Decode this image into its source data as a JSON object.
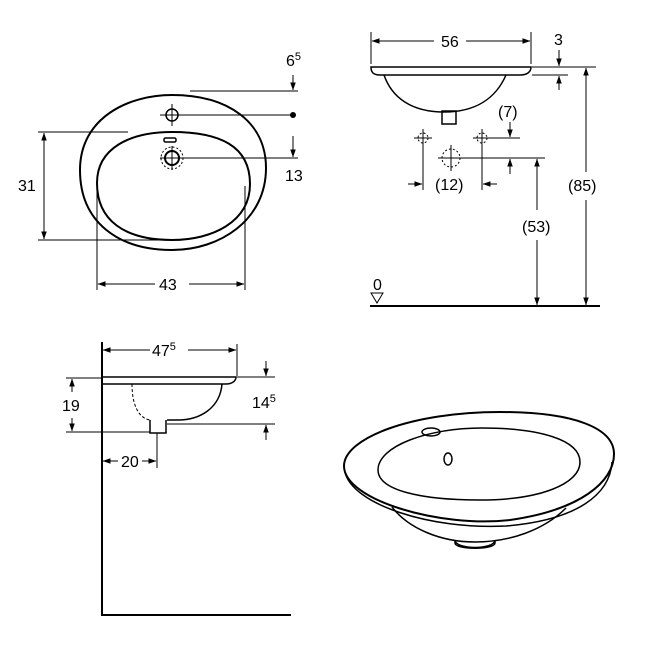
{
  "top_view": {
    "dim_tap_offset": {
      "main": "6",
      "sup": "5"
    },
    "dim_overflow": "13",
    "dim_depth": "31",
    "dim_basin_width": "43"
  },
  "side_view": {
    "dim_width": "56",
    "dim_rim": "3",
    "dim_waste_drop": "(7)",
    "dim_waste_spacing": "(12)",
    "dim_waste_height": "(53)",
    "dim_rim_height": "(85)",
    "floor_label": "0"
  },
  "section_view": {
    "dim_width": {
      "main": "47",
      "sup": "5"
    },
    "dim_depth": "19",
    "dim_height": {
      "main": "14",
      "sup": "5"
    },
    "dim_wall": "20"
  },
  "colors": {
    "line": "#000000",
    "background": "#ffffff"
  }
}
